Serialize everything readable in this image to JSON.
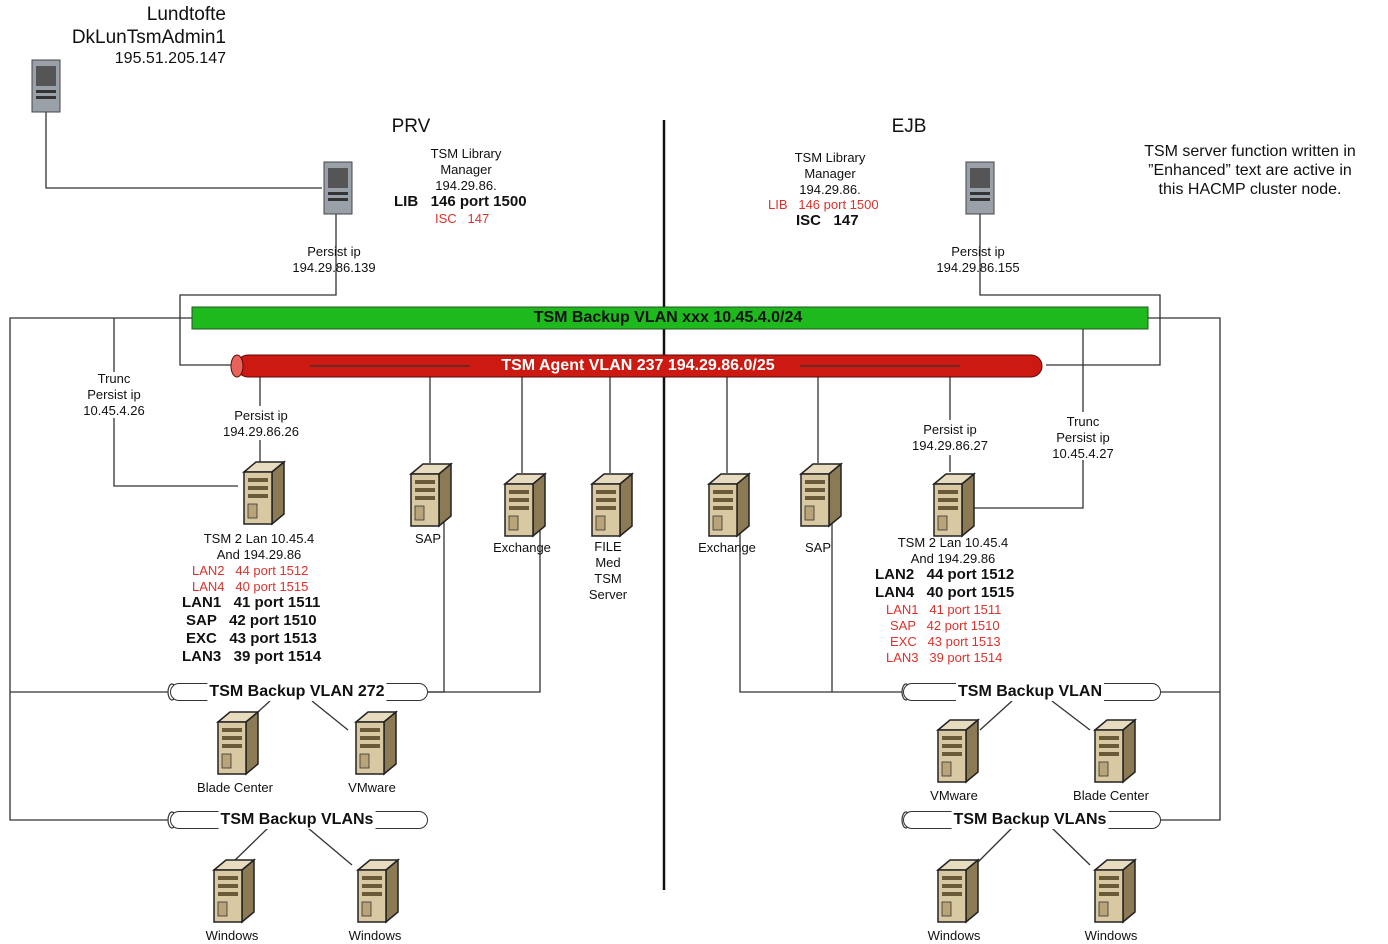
{
  "admin": {
    "site": "Lundtofte",
    "host": "DkLunTsmAdmin1",
    "ip": "195.51.205.147"
  },
  "sections": {
    "left": "PRV",
    "right": "EJB"
  },
  "note": [
    "TSM server function written in",
    "”Enhanced” text are active in",
    "this HACMP cluster node."
  ],
  "lib_left": {
    "l1": "TSM Library",
    "l2": "Manager",
    "l3": "194.29.86.",
    "lib": "LIB   146 port 1500",
    "isc": "ISC   147"
  },
  "lib_right": {
    "l1": "TSM Library",
    "l2": "Manager",
    "l3": "194.29.86.",
    "lib": "LIB   146 port 1500",
    "isc": "ISC   147"
  },
  "persist_left_top": {
    "l1": "Persist ip",
    "l2": "194.29.86.139"
  },
  "persist_right_top": {
    "l1": "Persist ip",
    "l2": "194.29.86.155"
  },
  "vlan_backup": "TSM Backup VLAN  xxx 10.45.4.0/24",
  "vlan_agent": "TSM Agent VLAN 237  194.29.86.0/25",
  "trunc_left": {
    "l1": "Trunc",
    "l2": "Persist ip",
    "l3": "10.45.4.26"
  },
  "trunc_right": {
    "l1": "Trunc",
    "l2": "Persist ip",
    "l3": "10.45.4.27"
  },
  "persist_left_mid": {
    "l1": "Persist ip",
    "l2": "194.29.86.26"
  },
  "persist_right_mid": {
    "l1": "Persist ip",
    "l2": "194.29.86.27"
  },
  "servers": {
    "sap": "SAP",
    "exchange": "Exchange",
    "file": [
      "FILE",
      "Med",
      "TSM",
      "Server"
    ]
  },
  "tsm_left": {
    "l1": "TSM 2 Lan 10.45.4",
    "l2": "And 194.29.86",
    "red": [
      "LAN2   44 port 1512",
      "LAN4   40 port 1515"
    ],
    "bold": [
      "LAN1   41 port 1511",
      "SAP   42 port 1510",
      "EXC   43 port 1513",
      "LAN3   39 port 1514"
    ]
  },
  "tsm_right": {
    "l1": "TSM 2 Lan 10.45.4",
    "l2": "And 194.29.86",
    "bold": [
      "LAN2   44 port 1512",
      "LAN4   40 port 1515"
    ],
    "red": [
      "LAN1   41 port 1511",
      "SAP   42 port 1510",
      "EXC   43 port 1513",
      "LAN3   39 port 1514"
    ]
  },
  "pills": {
    "left272": "TSM Backup VLAN 272",
    "left_vlans": "TSM Backup VLANs",
    "right_vlan": "TSM Backup VLAN",
    "right_vlans": "TSM Backup VLANs"
  },
  "clients": {
    "blade": "Blade Center",
    "vmware": "VMware",
    "windows": "Windows"
  },
  "colors": {
    "green": "#1db91d",
    "red": "#cc1a12"
  }
}
